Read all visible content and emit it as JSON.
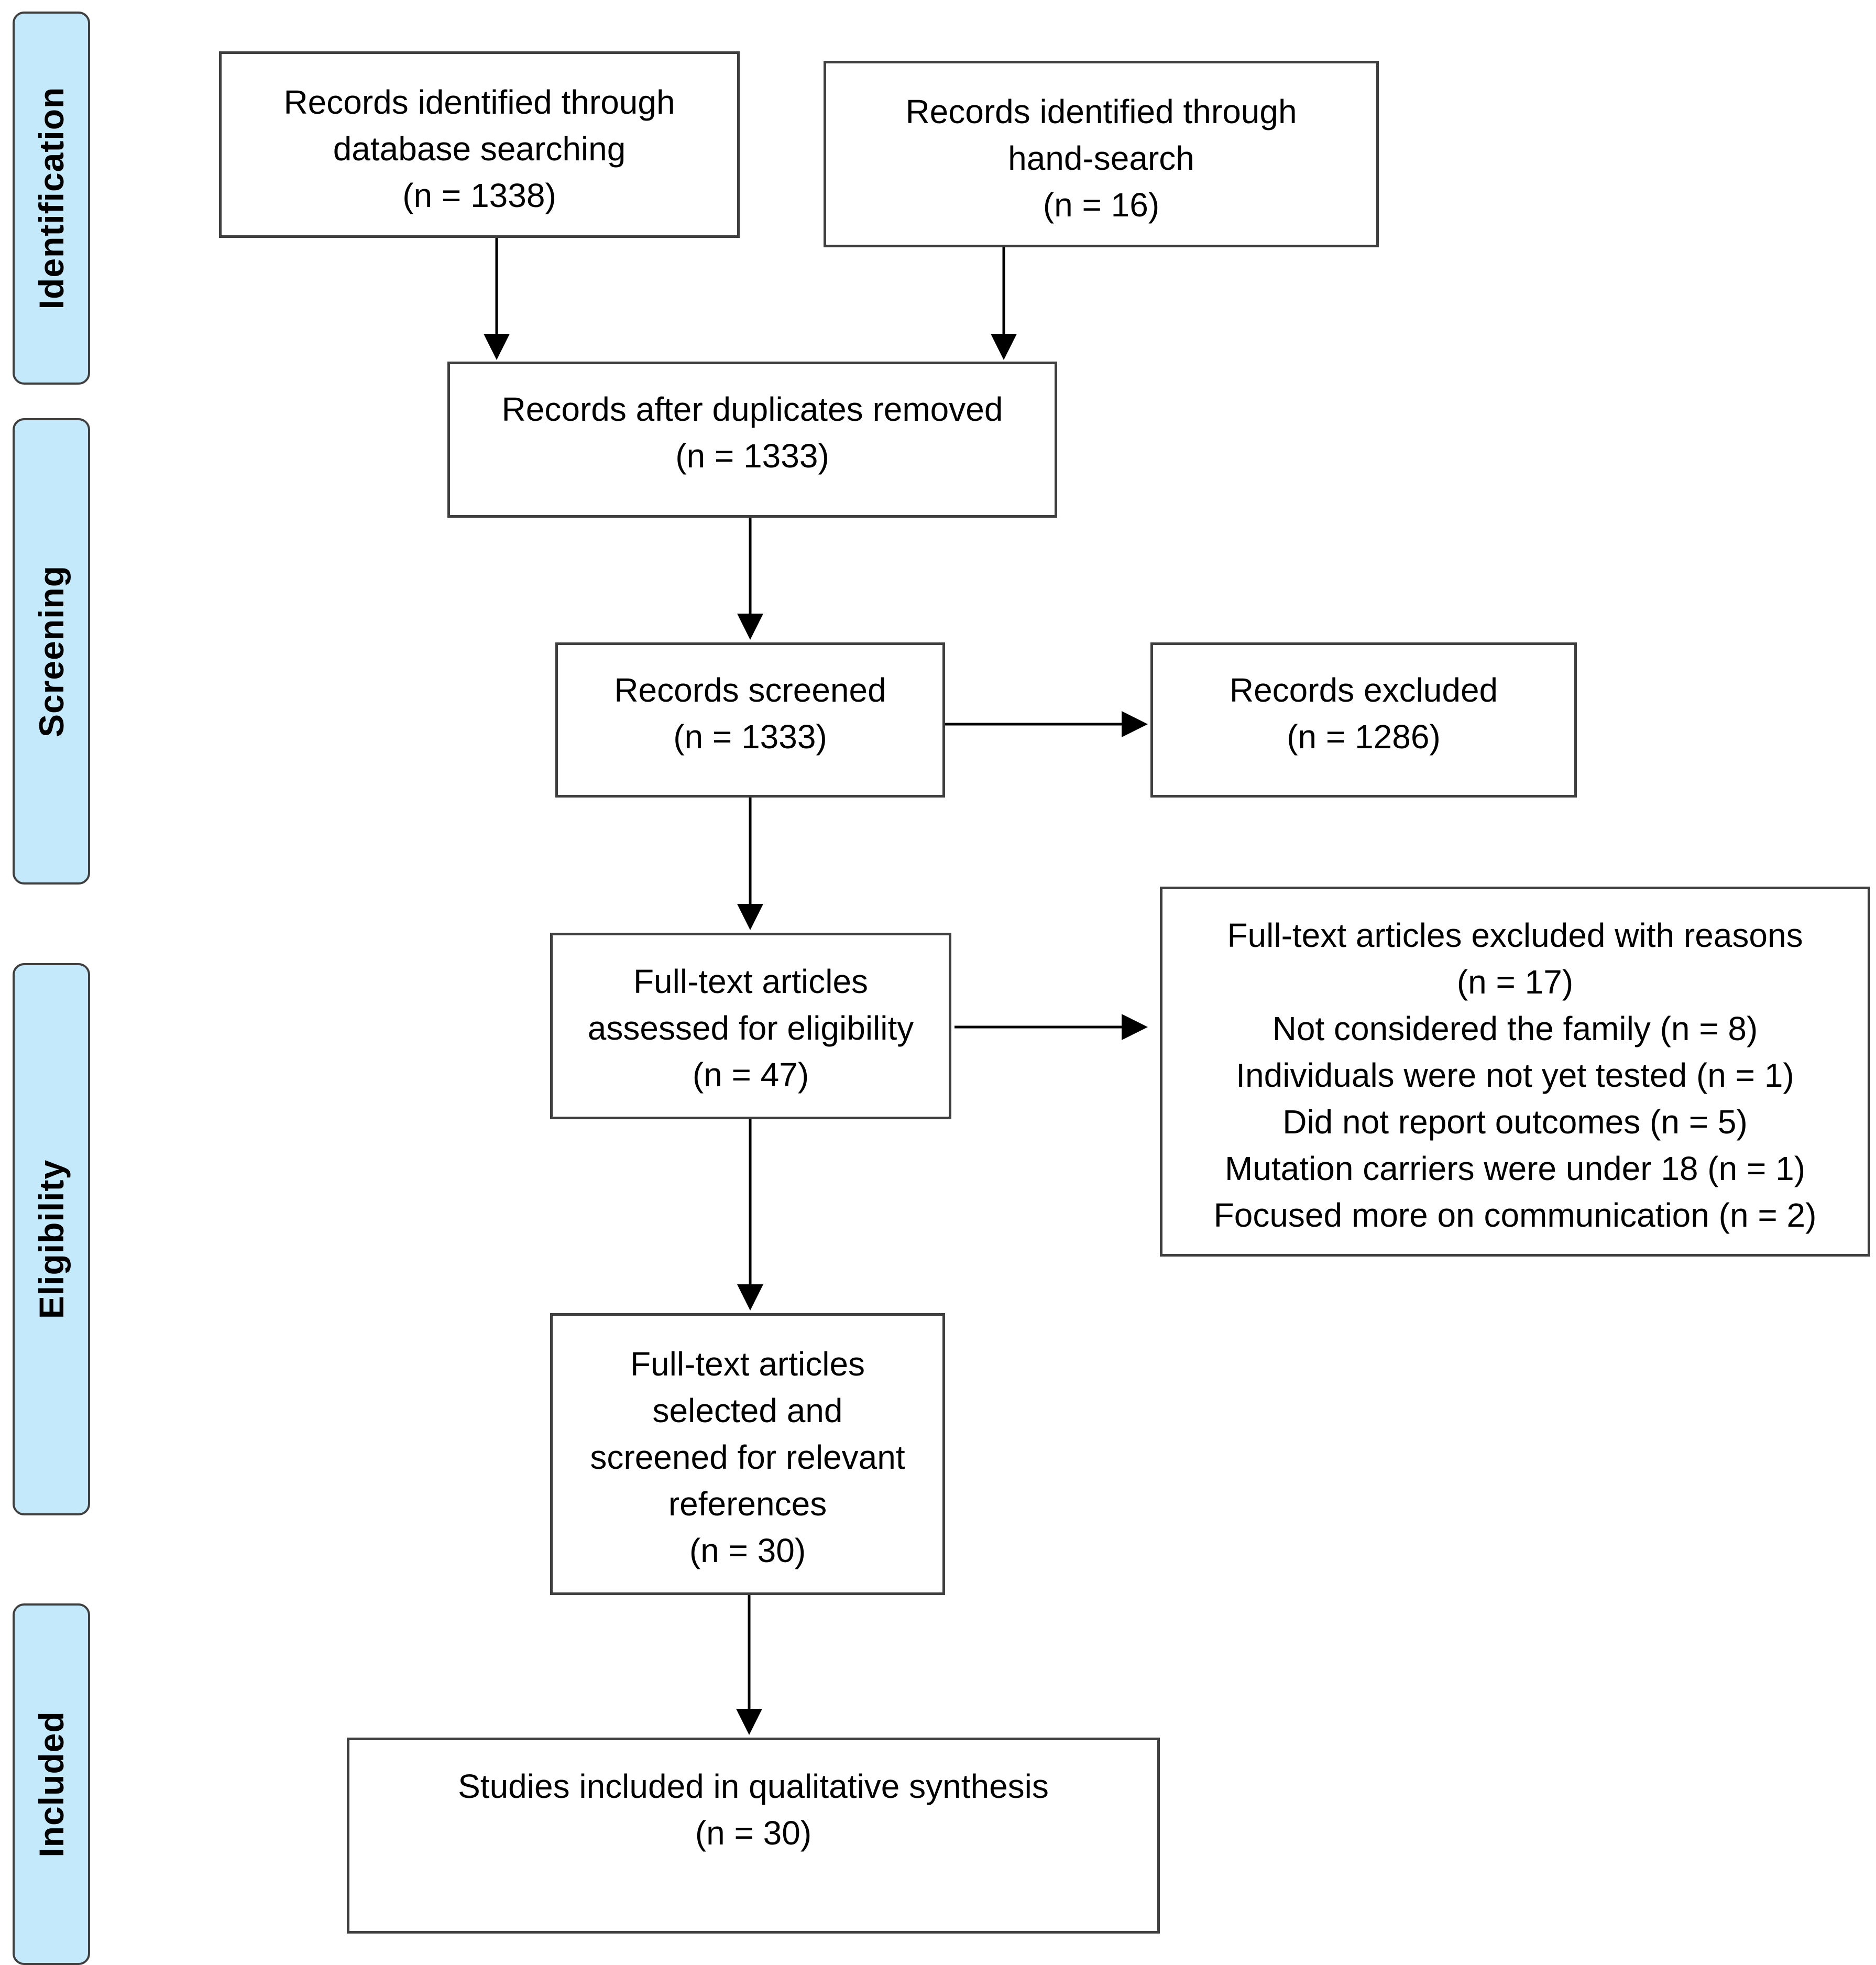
{
  "stages": {
    "identification": "Identification",
    "screening": "Screening",
    "eligibility": "Eligibility",
    "included": "Included"
  },
  "boxes": {
    "database_search": {
      "lines": [
        "Records identified through",
        "database searching",
        "(n = 1338)"
      ]
    },
    "hand_search": {
      "lines": [
        "Records identified through",
        "hand-search",
        "(n = 16)"
      ]
    },
    "duplicates_removed": {
      "lines": [
        "Records after duplicates removed",
        "(n = 1333)"
      ]
    },
    "records_screened": {
      "lines": [
        "Records screened",
        "(n = 1333)"
      ]
    },
    "records_excluded": {
      "lines": [
        "Records excluded",
        "(n = 1286)"
      ]
    },
    "fulltext_assessed": {
      "lines": [
        "Full-text articles",
        "assessed for eligibility",
        "(n = 47)"
      ]
    },
    "fulltext_excluded": {
      "lines": [
        "Full-text articles excluded with reasons",
        "(n = 17)",
        "Not considered the family (n = 8)",
        "Individuals were not yet tested (n = 1)",
        "Did not report outcomes (n = 5)",
        "Mutation carriers were under 18 (n = 1)",
        "Focused more on communication (n = 2)"
      ]
    },
    "fulltext_selected": {
      "lines": [
        "Full-text articles",
        "selected and",
        "screened for relevant",
        "references",
        "(n = 30)"
      ]
    },
    "studies_included": {
      "lines": [
        "Studies included in qualitative synthesis",
        "(n = 30)"
      ]
    }
  },
  "colors": {
    "stage_fill": "#c3e9fb",
    "border": "#3f3f3f",
    "arrow": "#000000"
  }
}
